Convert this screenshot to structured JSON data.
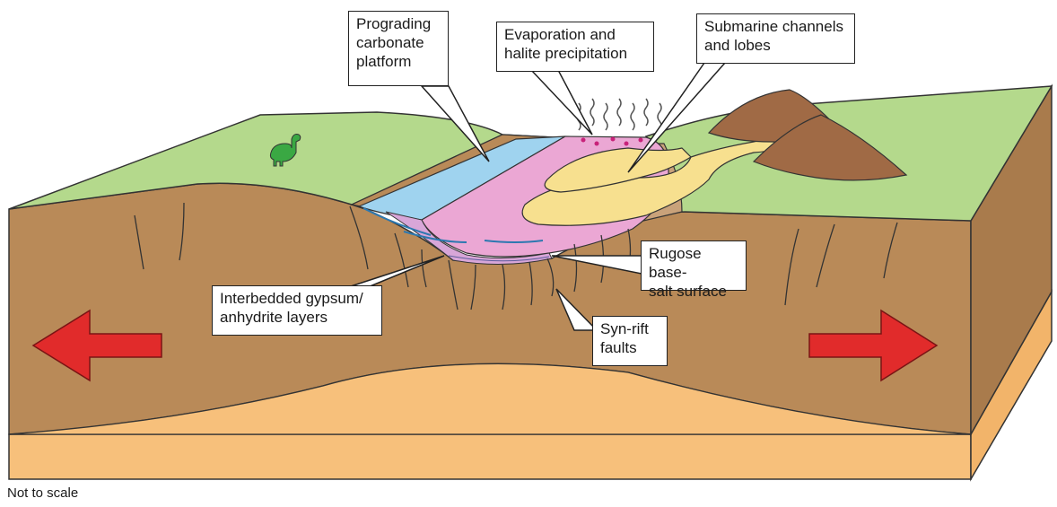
{
  "labels": {
    "prograding_platform": "Prograding\ncarbonate\nplatform",
    "evaporation": "Evaporation and\nhalite precipitation",
    "submarine_channels": "Submarine channels\nand lobes",
    "rugose_base": "Rugose base-\nsalt surface",
    "gypsum_layers": "Interbedded gypsum/\nanhydrite layers",
    "synrift_faults": "Syn-rift\nfaults"
  },
  "footnote": "Not to scale",
  "colors": {
    "crust_brown": "#b98a58",
    "basement_orange": "#f7c07b",
    "land_green": "#b4d98c",
    "carbonate_blue": "#9fd3ef",
    "halite_pink": "#eba7d4",
    "sand_yellow": "#f7e08f",
    "volcano_brown": "#a06a45",
    "arrow_red": "#e12b2b",
    "dinosaur_green": "#3aa843"
  }
}
